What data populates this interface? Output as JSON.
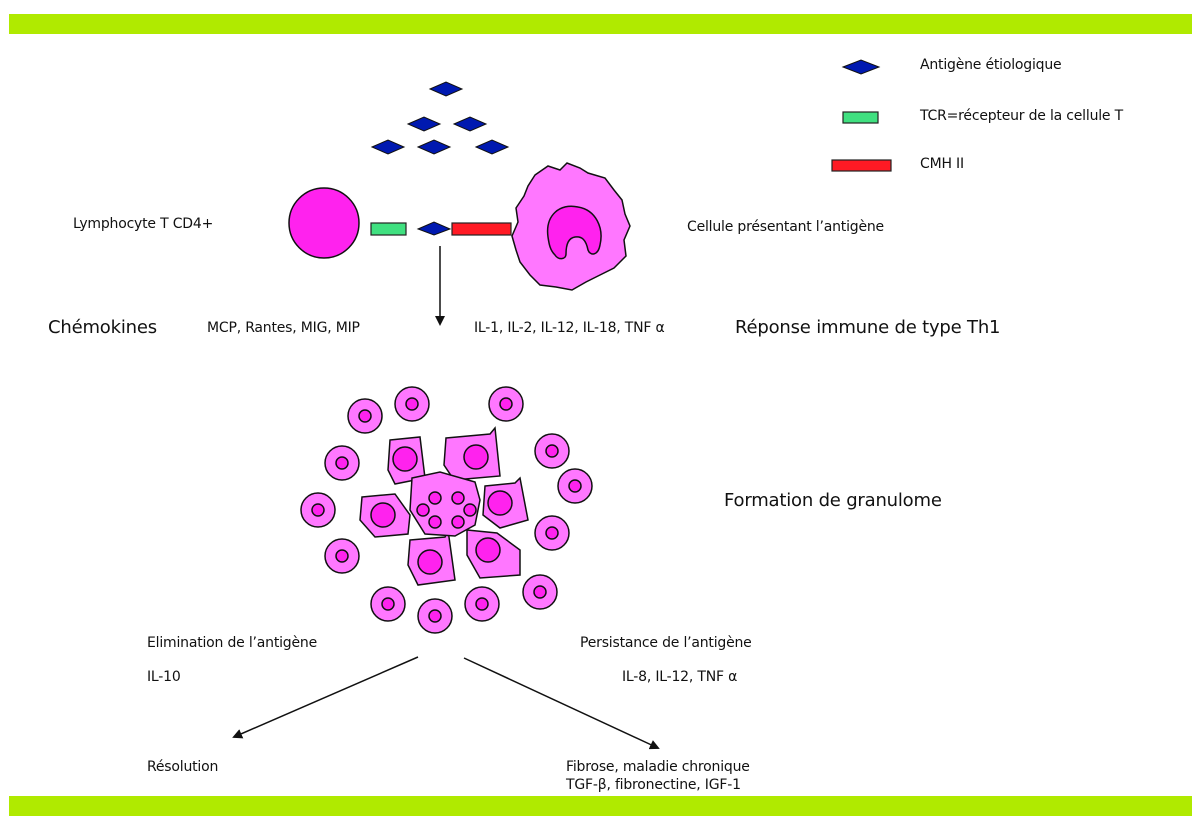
{
  "colors": {
    "band": "#b0ea00",
    "antigen": "#0019b0",
    "tcr": "#40e080",
    "cmh": "#ff1a24",
    "lymphocyte": "#ff22ee",
    "apc": "#ff77ff",
    "nucleus": "#ff22ee"
  },
  "legend": {
    "antigen": "Antigène étiologique",
    "tcr": "TCR=récepteur de la cellule T",
    "cmh": "CMH II"
  },
  "labels": {
    "lymphocyte": "Lymphocyte T CD4+",
    "apc": "Cellule présentant l’antigène",
    "chemokines": "Chémokines",
    "chemokine_list": "MCP, Rantes, MIG, MIP",
    "cytokine_list": "IL-1, IL-2, IL-12, IL-18, TNF α",
    "th1": "Réponse immune de type Th1",
    "granuloma": "Formation de granulome",
    "elimination": "Elimination de l’antigène",
    "il10": "IL-10",
    "persistence": "Persistance de l’antigène",
    "persistence_cytokines": "IL-8, IL-12, TNF α",
    "resolution": "Résolution",
    "fibrosis": "Fibrose, maladie chronique",
    "fibrosis_factors": "TGF-β, fibronectine, IGF-1"
  }
}
